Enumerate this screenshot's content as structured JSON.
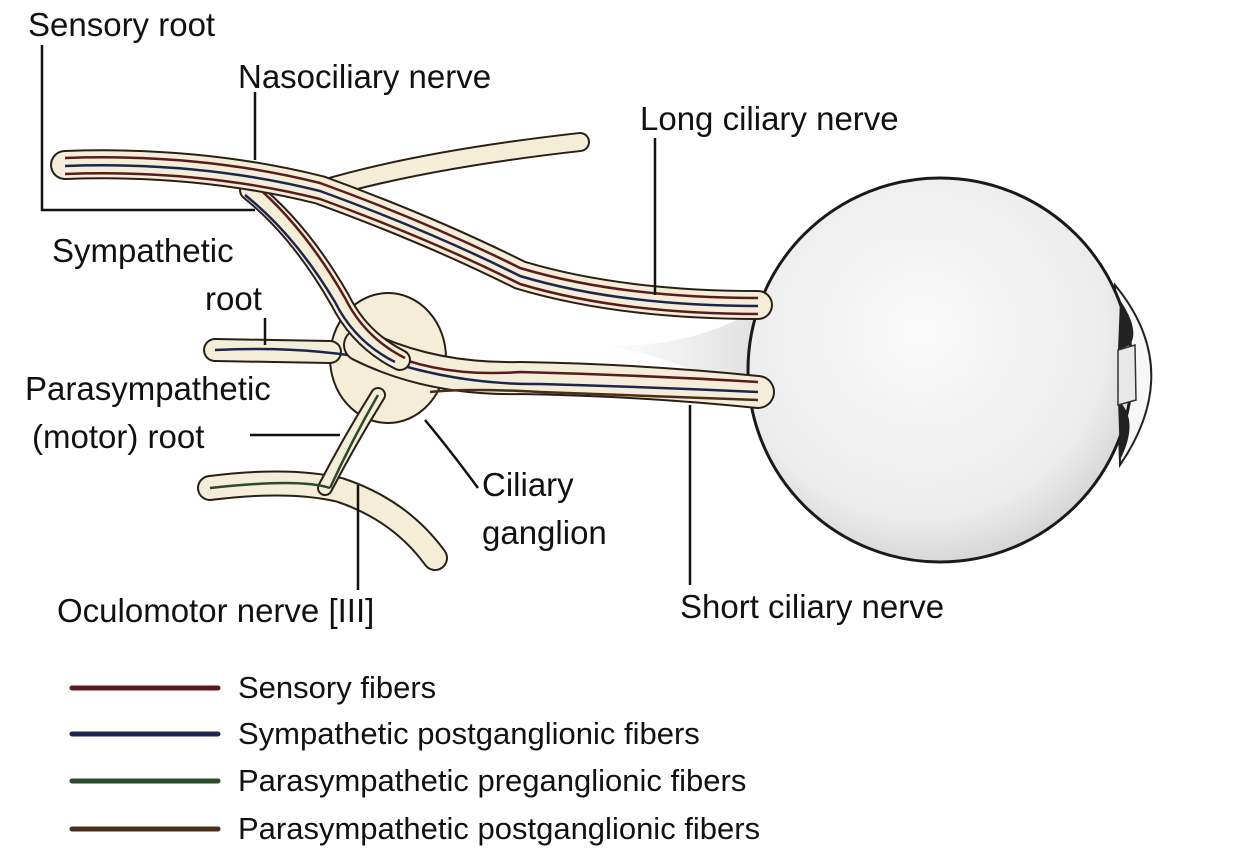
{
  "labels": {
    "sensory_root": "Sensory root",
    "nasociliary_nerve": "Nasociliary nerve",
    "long_ciliary_nerve": "Long ciliary nerve",
    "sympathetic_root_1": "Sympathetic",
    "sympathetic_root_2": "root",
    "parasympathetic_root_1": "Parasympathetic",
    "parasympathetic_root_2": "(motor) root",
    "ciliary_ganglion_1": "Ciliary",
    "ciliary_ganglion_2": "ganglion",
    "oculomotor_nerve": "Oculomotor nerve [III]",
    "short_ciliary_nerve": "Short ciliary nerve"
  },
  "legend": [
    {
      "label": "Sensory fibers",
      "color": "#5a1a1e"
    },
    {
      "label": "Sympathetic postganglionic fibers",
      "color": "#1c2550"
    },
    {
      "label": "Parasympathetic preganglionic fibers",
      "color": "#2a4a2a"
    },
    {
      "label": "Parasympathetic postganglionic fibers",
      "color": "#4a2e18"
    }
  ],
  "colors": {
    "nerve_fill": "#f4edd7",
    "outline": "#2a1e18",
    "eye": "#f2f2f2"
  }
}
